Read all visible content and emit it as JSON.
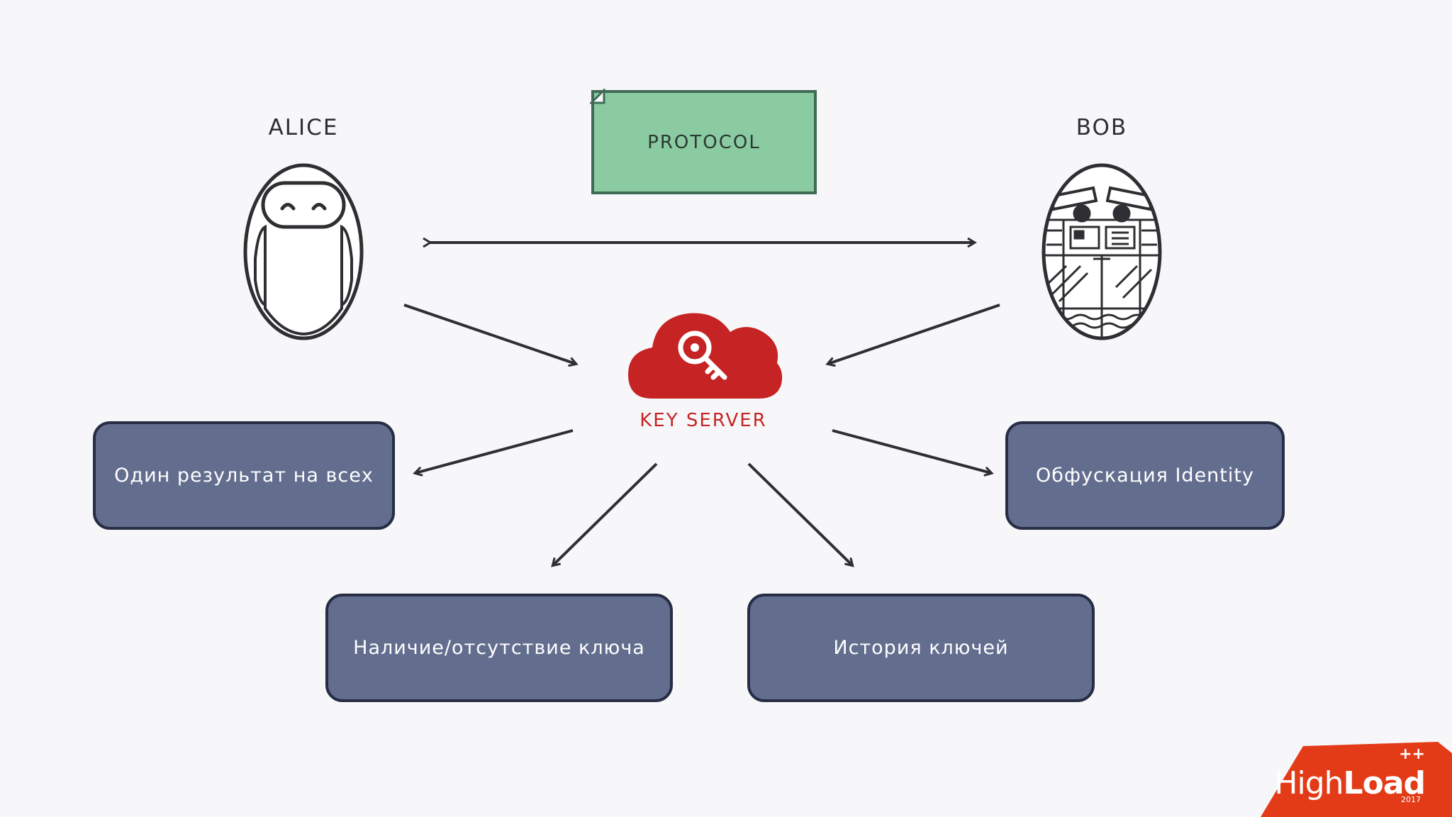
{
  "actors": {
    "alice": "ALICE",
    "bob": "BOB"
  },
  "protocol_label": "PROTOCOL",
  "key_server_label": "KEY SERVER",
  "boxes": {
    "one_result": "Один результат на всех",
    "obfuscation": "Обфускация Identity",
    "key_presence": "Наличие/отсутствие ключа",
    "key_history": "История ключей"
  },
  "logo": {
    "light": "High",
    "bold": "Load",
    "sup": "++",
    "year": "2017"
  },
  "colors": {
    "background": "#f7f7f9",
    "protocol_fill": "#8bcba1",
    "key_server_red": "#c62424",
    "box_fill": "#636e8f",
    "logo_red": "#e33b17"
  },
  "icons": [
    "robot-alice-icon",
    "robot-bob-icon",
    "cloud-key-icon"
  ]
}
